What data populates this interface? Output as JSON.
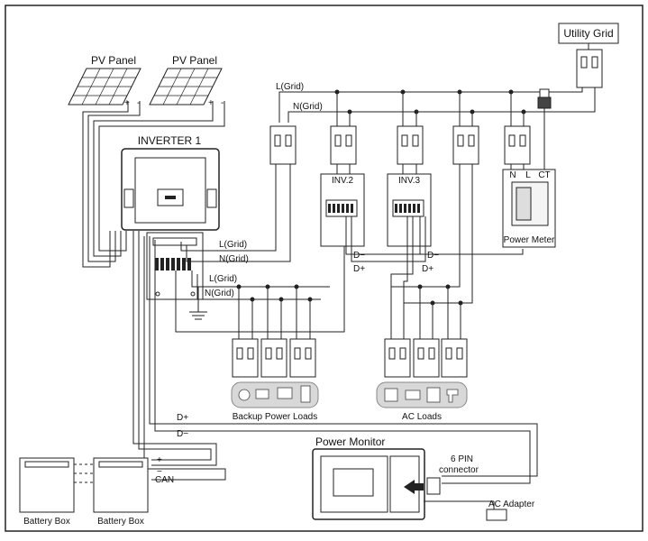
{
  "utility_grid": "Utility Grid",
  "pv_panels": [
    {
      "label": "PV Panel",
      "plus": "+",
      "minus": "-"
    },
    {
      "label": "PV Panel",
      "plus": "+",
      "minus": "-"
    }
  ],
  "inverter": {
    "label": "INVERTER 1"
  },
  "inverters_secondary": [
    "INV.2",
    "INV.3"
  ],
  "power_meter": {
    "label": "Power Meter",
    "terminals": [
      "N",
      "L",
      "CT"
    ]
  },
  "wire_labels": {
    "l_grid": "L(Grid)",
    "n_grid": "N(Grid)",
    "d_minus": "D−",
    "d_plus": "D+",
    "plus": "+",
    "minus": "−",
    "can": "CAN"
  },
  "load_groups": {
    "backup": "Backup Power Loads",
    "ac": "AC Loads"
  },
  "batteries": [
    "Battery Box",
    "Battery Box"
  ],
  "power_monitor": {
    "label": "Power Monitor",
    "connector": [
      "6 PIN",
      "connector"
    ],
    "adapter": "AC Adapter"
  }
}
